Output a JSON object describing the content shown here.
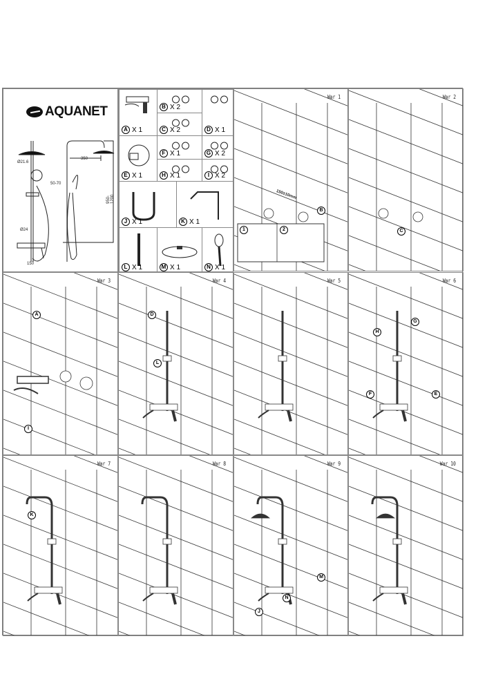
{
  "brand": "AQUANET",
  "dimensions": {
    "d1": "Ø21.6",
    "d2": "Ø24",
    "reach": "350",
    "height": "950-1200",
    "offset": "50-70",
    "bottom": "150"
  },
  "parts": [
    {
      "letter": "A",
      "qty": "X 1"
    },
    {
      "letter": "B",
      "qty": "X 2"
    },
    {
      "letter": "C",
      "qty": "X 2"
    },
    {
      "letter": "D",
      "qty": "X 1"
    },
    {
      "letter": "E",
      "qty": "X 1"
    },
    {
      "letter": "F",
      "qty": "X 1"
    },
    {
      "letter": "G",
      "qty": "X 2"
    },
    {
      "letter": "H",
      "qty": "X 1"
    },
    {
      "letter": "I",
      "qty": "X 2"
    },
    {
      "letter": "J",
      "qty": "X 1"
    },
    {
      "letter": "K",
      "qty": "X 1"
    },
    {
      "letter": "L",
      "qty": "X 1"
    },
    {
      "letter": "M",
      "qty": "X 1"
    },
    {
      "letter": "N",
      "qty": "X 1"
    }
  ],
  "steps": [
    {
      "label": "War 1",
      "callouts": [
        "B"
      ],
      "note": "150±10mm",
      "sub": [
        "1",
        "2"
      ]
    },
    {
      "label": "War 2",
      "callouts": [
        "C"
      ]
    },
    {
      "label": "War 3",
      "callouts": [
        "I",
        "A"
      ]
    },
    {
      "label": "War 4",
      "callouts": [
        "D",
        "L"
      ]
    },
    {
      "label": "War 5",
      "callouts": []
    },
    {
      "label": "War 6",
      "callouts": [
        "G",
        "H",
        "F",
        "E"
      ]
    },
    {
      "label": "War 7",
      "callouts": [
        "K"
      ]
    },
    {
      "label": "War 8",
      "callouts": []
    },
    {
      "label": "War 9",
      "callouts": [
        "M",
        "N",
        "J"
      ]
    },
    {
      "label": "War 10",
      "callouts": []
    }
  ]
}
